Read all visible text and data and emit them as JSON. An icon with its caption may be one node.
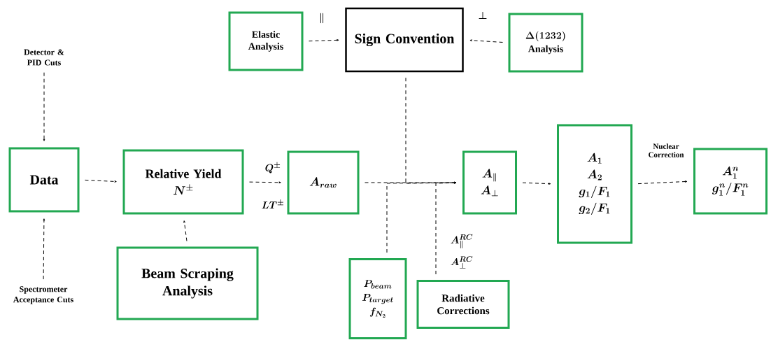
{
  "diagram": {
    "nodes": [
      {
        "text": [
          "Elastic Analysis"
        ]
      },
      {
        "text": [
          "Sign Convention"
        ]
      },
      {
        "text": [
          "\\Delta(1232)",
          "Analysis"
        ]
      },
      {
        "text": [
          "Detector & PID Cuts"
        ]
      },
      {
        "text": [
          "Data"
        ]
      },
      {
        "text": [
          "Relative Yield",
          "N^{\\pm}"
        ]
      },
      {
        "text": [
          "A_{raw}"
        ]
      },
      {
        "text": [
          "A_{\\parallel}",
          "A_{\\perp}"
        ]
      },
      {
        "text": [
          "A_1",
          "A_2",
          "g_1/F_1",
          "g_2/F_1"
        ]
      },
      {
        "text": [
          "A_1^n",
          "g_1^n/F_1^n"
        ]
      },
      {
        "text": [
          "Spectrometer Acceptance Cuts"
        ]
      },
      {
        "text": [
          "Beam Scraping Analysis"
        ]
      },
      {
        "text": [
          "P_{beam}",
          "P_{target}",
          "f_{N_2}"
        ]
      },
      {
        "text": [
          "Radiative Corrections"
        ]
      }
    ],
    "edges": [
      {
        "from": 0,
        "to": 1,
        "arrow": "to",
        "label": "\\parallel"
      },
      {
        "from": 2,
        "to": 1,
        "arrow": "to",
        "label": "\\perp"
      },
      {
        "from": 3,
        "to": 4,
        "arrow": "to"
      },
      {
        "from": 10,
        "to": 4,
        "arrow": "to"
      },
      {
        "from": 4,
        "to": 5,
        "arrow": "to"
      },
      {
        "from": 5,
        "to": 6,
        "arrow": "to",
        "label": "Q^{\\pm}"
      },
      {
        "from": 11,
        "to": 5,
        "arrow": "to"
      },
      {
        "from": 6,
        "to": 7,
        "arrow": "to"
      },
      {
        "from": 1,
        "to": 7,
        "arrow": "to"
      },
      {
        "from": 12,
        "to": 7,
        "arrow": "to"
      },
      {
        "from": 13,
        "to": 7,
        "arrow": "to",
        "label": "A_{\\parallel}^{RC}"
      },
      {
        "from": 7,
        "to": 8,
        "arrow": "to"
      },
      {
        "from": 8,
        "to": 9,
        "arrow": "to",
        "label": "Nuclear Correction"
      }
    ],
    "labels": [
      "LT^{\\pm}",
      "A_{\\perp}^{RC}"
    ]
  }
}
